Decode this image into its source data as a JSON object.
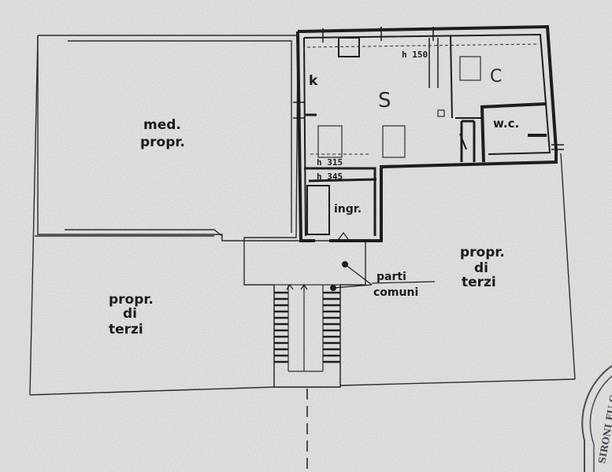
{
  "labels": {
    "med_propr_1": "med.",
    "med_propr_2": "propr.",
    "propr_left_1": "propr.",
    "propr_left_2": "di",
    "propr_left_3": "terzi",
    "propr_right_1": "propr.",
    "propr_right_2": "di",
    "propr_right_3": "terzi",
    "parti": "parti",
    "comuni": "comuni",
    "ingr": "ingr.",
    "wc": "w.c.",
    "kitchen": "k",
    "living": "S",
    "bedroom": "C",
    "h150": "h 150",
    "h315": "h 315",
    "h345": "h 345"
  },
  "stamp": {
    "text": "SIRONI FU C"
  },
  "colors": {
    "paper": "#e9e9e6",
    "ink": "#1d1d1d"
  }
}
